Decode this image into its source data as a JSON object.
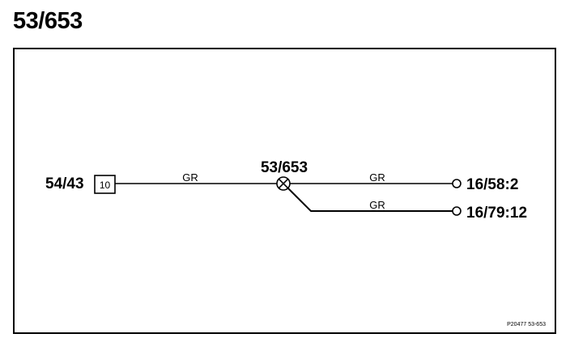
{
  "page": {
    "title": "53/653"
  },
  "diagram": {
    "source_connector": {
      "label": "54/43",
      "pin": "10"
    },
    "splice": {
      "label": "53/653"
    },
    "wires": [
      {
        "color_code": "GR"
      },
      {
        "color_code": "GR"
      },
      {
        "color_code": "GR"
      }
    ],
    "destinations": [
      {
        "label": "16/58:2"
      },
      {
        "label": "16/79:12"
      }
    ],
    "reference": "P20477  53-653"
  },
  "colors": {
    "line": "#000000",
    "background": "#ffffff"
  }
}
